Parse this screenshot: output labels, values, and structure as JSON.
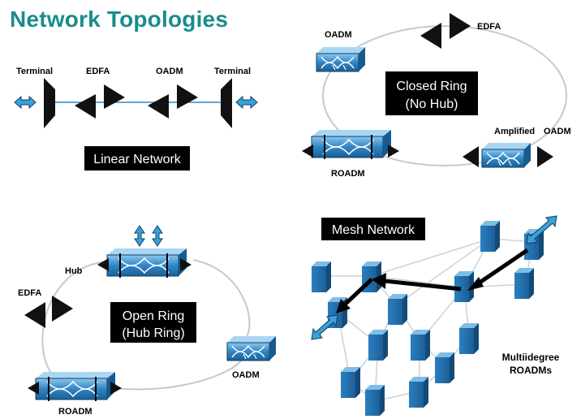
{
  "title": "Network Topologies",
  "colors": {
    "title": "#1a8c8c",
    "device_blue": "#2f86c6",
    "device_dark": "#14507f",
    "ring": "#c4c9d3",
    "label_box": "#000000",
    "arrow_fill": "#3aa0d8"
  },
  "linear": {
    "labels": {
      "terminal_left": "Terminal",
      "edfa": "EDFA",
      "oadm": "OADM",
      "terminal_right": "Terminal"
    },
    "caption": "Linear Network"
  },
  "closed_ring": {
    "labels": {
      "oadm": "OADM",
      "edfa": "EDFA",
      "roadm": "ROADM",
      "amplified": "Amplified",
      "amplified_oadm": "OADM"
    },
    "caption_line1": "Closed Ring",
    "caption_line2": "(No Hub)"
  },
  "open_ring": {
    "labels": {
      "hub": "Hub",
      "edfa": "EDFA",
      "oadm": "OADM",
      "roadm": "ROADM"
    },
    "caption_line1": "Open Ring",
    "caption_line2": "(Hub Ring)"
  },
  "mesh": {
    "caption": "Mesh Network",
    "note_line1": "Multiidegree",
    "note_line2": "ROADMs"
  }
}
